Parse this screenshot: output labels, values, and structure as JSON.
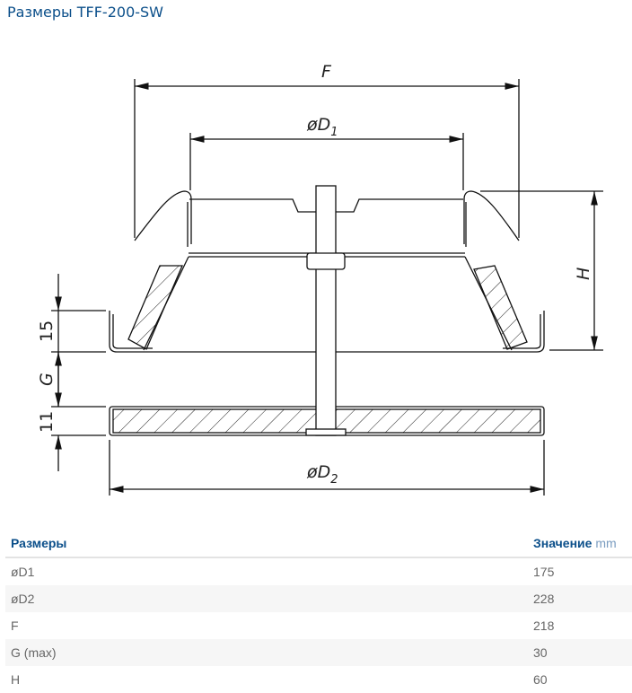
{
  "title": "Размеры TFF-200-SW",
  "drawing": {
    "F": "F",
    "D1": "øD",
    "D1_sub": "1",
    "D2": "øD",
    "D2_sub": "2",
    "H": "H",
    "d15": "15",
    "G": "G",
    "d11": "11"
  },
  "table": {
    "header": {
      "name": "Размеры",
      "value": "Значение",
      "unit": "mm"
    },
    "rows": [
      {
        "name": "øD1",
        "value": "175"
      },
      {
        "name": "øD2",
        "value": "228"
      },
      {
        "name": "F",
        "value": "218"
      },
      {
        "name": "G (max)",
        "value": "30"
      },
      {
        "name": "H",
        "value": "60"
      }
    ]
  }
}
